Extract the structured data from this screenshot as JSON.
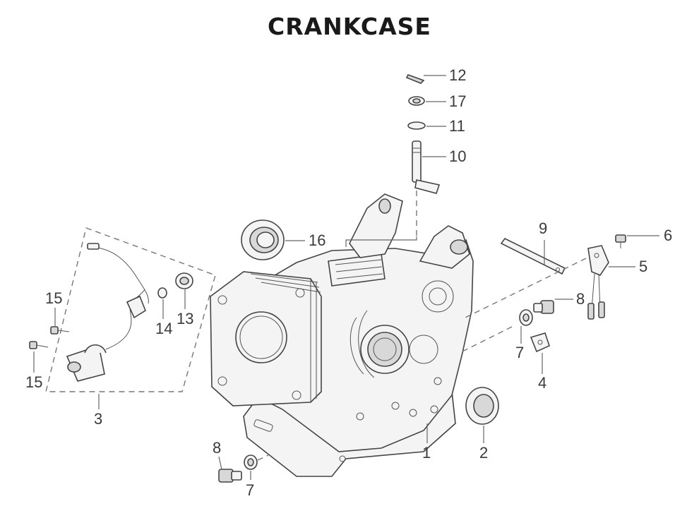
{
  "title": "CRANKCASE",
  "callouts": [
    {
      "id": "c12",
      "label": "12"
    },
    {
      "id": "c17",
      "label": "17"
    },
    {
      "id": "c11",
      "label": "11"
    },
    {
      "id": "c10",
      "label": "10"
    },
    {
      "id": "c16",
      "label": "16"
    },
    {
      "id": "c9",
      "label": "9"
    },
    {
      "id": "c6",
      "label": "6"
    },
    {
      "id": "c5",
      "label": "5"
    },
    {
      "id": "c8a",
      "label": "8"
    },
    {
      "id": "c7a",
      "label": "7"
    },
    {
      "id": "c4",
      "label": "4"
    },
    {
      "id": "c15a",
      "label": "15"
    },
    {
      "id": "c15b",
      "label": "15"
    },
    {
      "id": "c14",
      "label": "14"
    },
    {
      "id": "c13",
      "label": "13"
    },
    {
      "id": "c3",
      "label": "3"
    },
    {
      "id": "c1",
      "label": "1"
    },
    {
      "id": "c2",
      "label": "2"
    },
    {
      "id": "c8b",
      "label": "8"
    },
    {
      "id": "c7b",
      "label": "7"
    }
  ]
}
